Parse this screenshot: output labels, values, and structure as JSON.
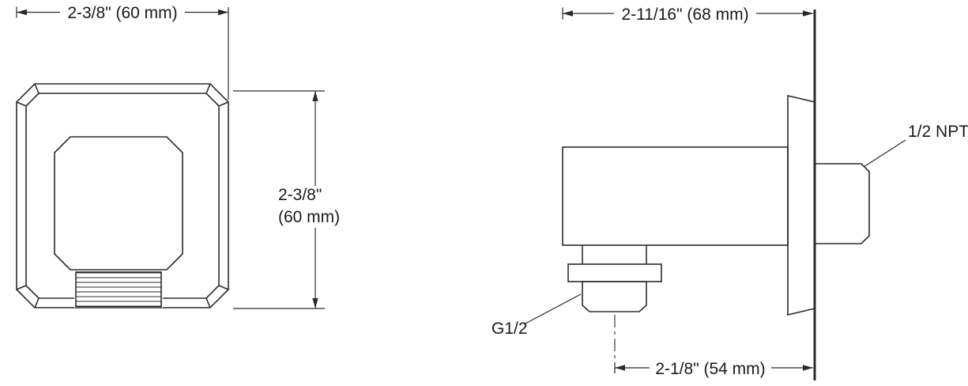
{
  "drawing": {
    "front_view": {
      "width_dimension": "2-3/8\" (60 mm)",
      "height_dimension_line1": "2-3/8\"",
      "height_dimension_line2": "(60 mm)"
    },
    "side_view": {
      "depth_dimension": "2-11/16\" (68 mm)",
      "outlet_dimension": "2-1/8\" (54 mm)",
      "thread_label_npt": "1/2 NPT",
      "thread_label_g": "G1/2"
    },
    "colors": {
      "line": "#2b2b2b",
      "text": "#1a1a1a",
      "background": "#ffffff"
    }
  }
}
